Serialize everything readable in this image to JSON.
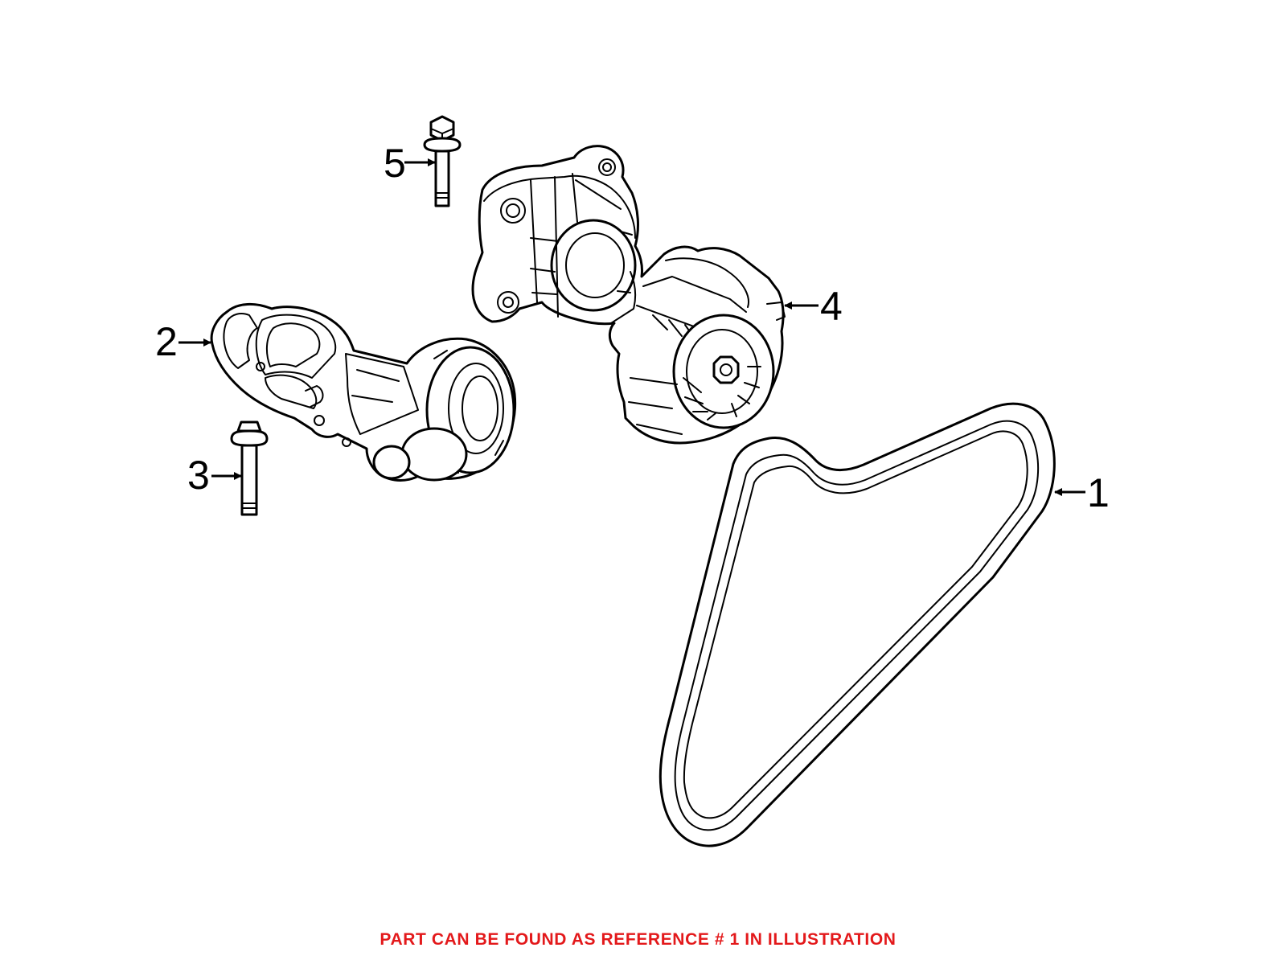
{
  "callouts": {
    "c1": "1",
    "c2": "2",
    "c3": "3",
    "c4": "4",
    "c5": "5"
  },
  "footer": {
    "note": "PART CAN BE FOUND AS REFERENCE # 1 IN ILLUSTRATION",
    "color": "#e3191b"
  }
}
